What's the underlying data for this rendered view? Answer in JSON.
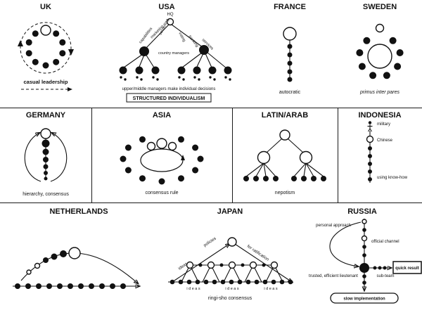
{
  "panels": {
    "uk": {
      "title": "UK",
      "caption": "casual leadership"
    },
    "usa": {
      "title": "USA",
      "hq_label": "HQ",
      "country_managers_label": "country managers",
      "branch_labels": [
        "capabilities",
        "marketing",
        "consulting",
        "voting",
        "banking",
        "services"
      ],
      "caption_line1": "upper/middle managers make individual decisions",
      "caption_line2": "STRUCTURED INDIVIDUALISM"
    },
    "france": {
      "title": "FRANCE",
      "caption": "autocratic"
    },
    "sweden": {
      "title": "SWEDEN",
      "caption": "primus inter pares"
    },
    "germany": {
      "title": "GERMANY",
      "caption": "hierarchy, consensus"
    },
    "asia": {
      "title": "ASIA",
      "caption": "consensus rule"
    },
    "latin_arab": {
      "title": "LATIN/ARAB",
      "caption": "nepotism"
    },
    "indonesia": {
      "title": "INDONESIA",
      "label_military": "military",
      "label_chinese": "Chinese",
      "label_know_how": "using know-how"
    },
    "netherlands": {
      "title": "NETHERLANDS"
    },
    "japan": {
      "title": "JAPAN",
      "label_ideas_slope": "ideas",
      "label_policies": "policies",
      "label_ratification": "for ratification",
      "ideas_row": [
        "i d e a s",
        "i d e a s",
        "i d e a s"
      ],
      "caption": "ringi-sho consensus"
    },
    "russia": {
      "title": "RUSSIA",
      "label_personal": "personal approach",
      "label_official": "official channel",
      "label_quick": "quick result",
      "label_subteam": "sub-team",
      "label_lieutenant": "trusted, efficient lieutenant",
      "label_slow": "slow implementation"
    }
  }
}
